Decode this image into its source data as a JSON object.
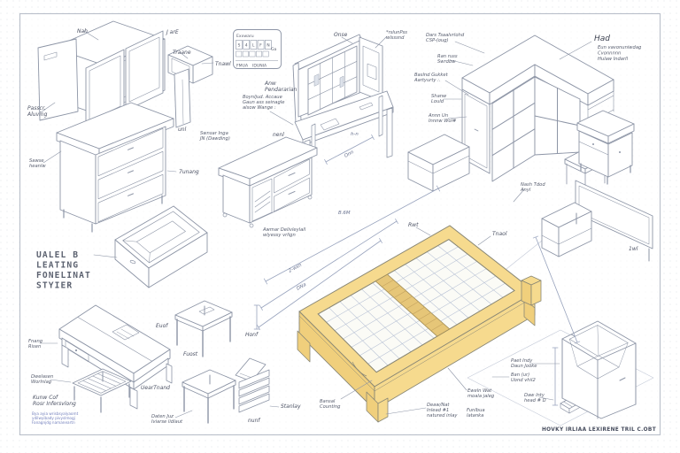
{
  "sheet": {
    "background_color": "#ffffff",
    "border_color": "#b9bfca",
    "line_color": "#8d95a6",
    "accent_fill": "#f6da8e",
    "accent_fill_dark": "#f0cf7c",
    "accent_edge": "#8a8876",
    "grid_line_color": "#b6c0d4",
    "dim_color": "#98a3bd",
    "label_color": "#4c5264"
  },
  "title_block": {
    "lines": [
      "UALEL B",
      "LEATING",
      "FONELINAT",
      "STYIER"
    ]
  },
  "footer": {
    "text": "HOVKY IRLIAA LEXIRENE TRIL C.OBT"
  },
  "legend_box": {
    "header": "Exxwaru",
    "row1_cells": [
      "S",
      "4",
      "L",
      "F",
      "N"
    ],
    "side_note": "Ga",
    "footer_left": "FMUA",
    "footer_right": "IDUNIA"
  },
  "labels": {
    "nah": [
      "Nah"
    ],
    "jare": [
      "J arE"
    ],
    "traane": [
      "Traane"
    ],
    "tnawl": [
      "Tnawl"
    ],
    "passcr": [
      "Passcr,",
      "Aluving"
    ],
    "unl": [
      "unl"
    ],
    "swnsar": [
      "Swnsar Inga",
      "JN (Dawding)"
    ],
    "anw": [
      "Anw",
      "Pendararian"
    ],
    "boynljud": [
      "Boynljud. Accaue",
      "Gaun ass seinagle",
      "alsow Wange :"
    ],
    "onse": [
      "Onse"
    ],
    "rslunpss": [
      "*rslunPss",
      "wlsssnd"
    ],
    "nenl": [
      "nenl"
    ],
    "hn": [
      "h-n"
    ],
    "onn": [
      "Onn"
    ],
    "had": [
      "Had"
    ],
    "had_sub": [
      "Eun vavonuniwdag",
      "Cvonnnnn",
      "Hulaw Indarll"
    ],
    "cu1": [
      "Dars Tsaalvrlohd",
      "CSP-(oug)"
    ],
    "cu2": [
      "Ran russ",
      "Swrdbw"
    ],
    "cu3": [
      "Baslnd Gukket",
      "Aartyurty :."
    ],
    "cu4": [
      "Shanw",
      "Lould"
    ],
    "cu5": [
      "Annn Un",
      "Innnw Wol#"
    ],
    "nash": [
      "Nash Tdod",
      "Anyl"
    ],
    "iwl": [
      "1wl"
    ],
    "sawse": [
      "Sawse",
      "heanlw"
    ],
    "zunang": [
      "7unang"
    ],
    "awmar": [
      "Awmar Delivleylall",
      "wlyessy vrlign"
    ],
    "b6m": [
      "B.6M"
    ],
    "dwsn": [
      "2-wsn"
    ],
    "dna": [
      "DNa"
    ],
    "rwt": [
      "Rwt"
    ],
    "tnaol": [
      "Tnaol"
    ],
    "bansal": [
      "Bansal",
      "Counting"
    ],
    "deawnat": [
      "Deaw/Nat",
      "Inlead #1",
      "natured inlay"
    ],
    "funlbua": [
      "Funlbua",
      "latanka"
    ],
    "eweln": [
      "Eweln Wat",
      "moala jaleg"
    ],
    "paet": [
      "Paet Indy",
      "Daun Jooke"
    ],
    "banur": [
      "Ban (ur)",
      "Uond vhil2"
    ],
    "dawlnty": [
      "Daw lnty",
      "head # D"
    ],
    "fnang": [
      "Fnang",
      "Risen"
    ],
    "dwelasen": [
      "Dwelasen",
      "Worlnlag"
    ],
    "kunw": [
      "Kunw Cof",
      "Rosr Infersvlong"
    ],
    "blue_note": [
      "Bya ayia wrisbsyalyaomt",
      "ydilwyibady pivyslmogj",
      "Fanagnjdg namaneartn"
    ],
    "euof": [
      "Euof"
    ],
    "fuost": [
      "Fuost"
    ],
    "ueartnand": [
      "UearTnand"
    ],
    "daten": [
      "Daten Juz",
      "Iviarse lidlaut"
    ],
    "honf": [
      "Honf"
    ],
    "nunf": [
      "nunf"
    ],
    "stanlay": [
      "Stanlay"
    ]
  }
}
